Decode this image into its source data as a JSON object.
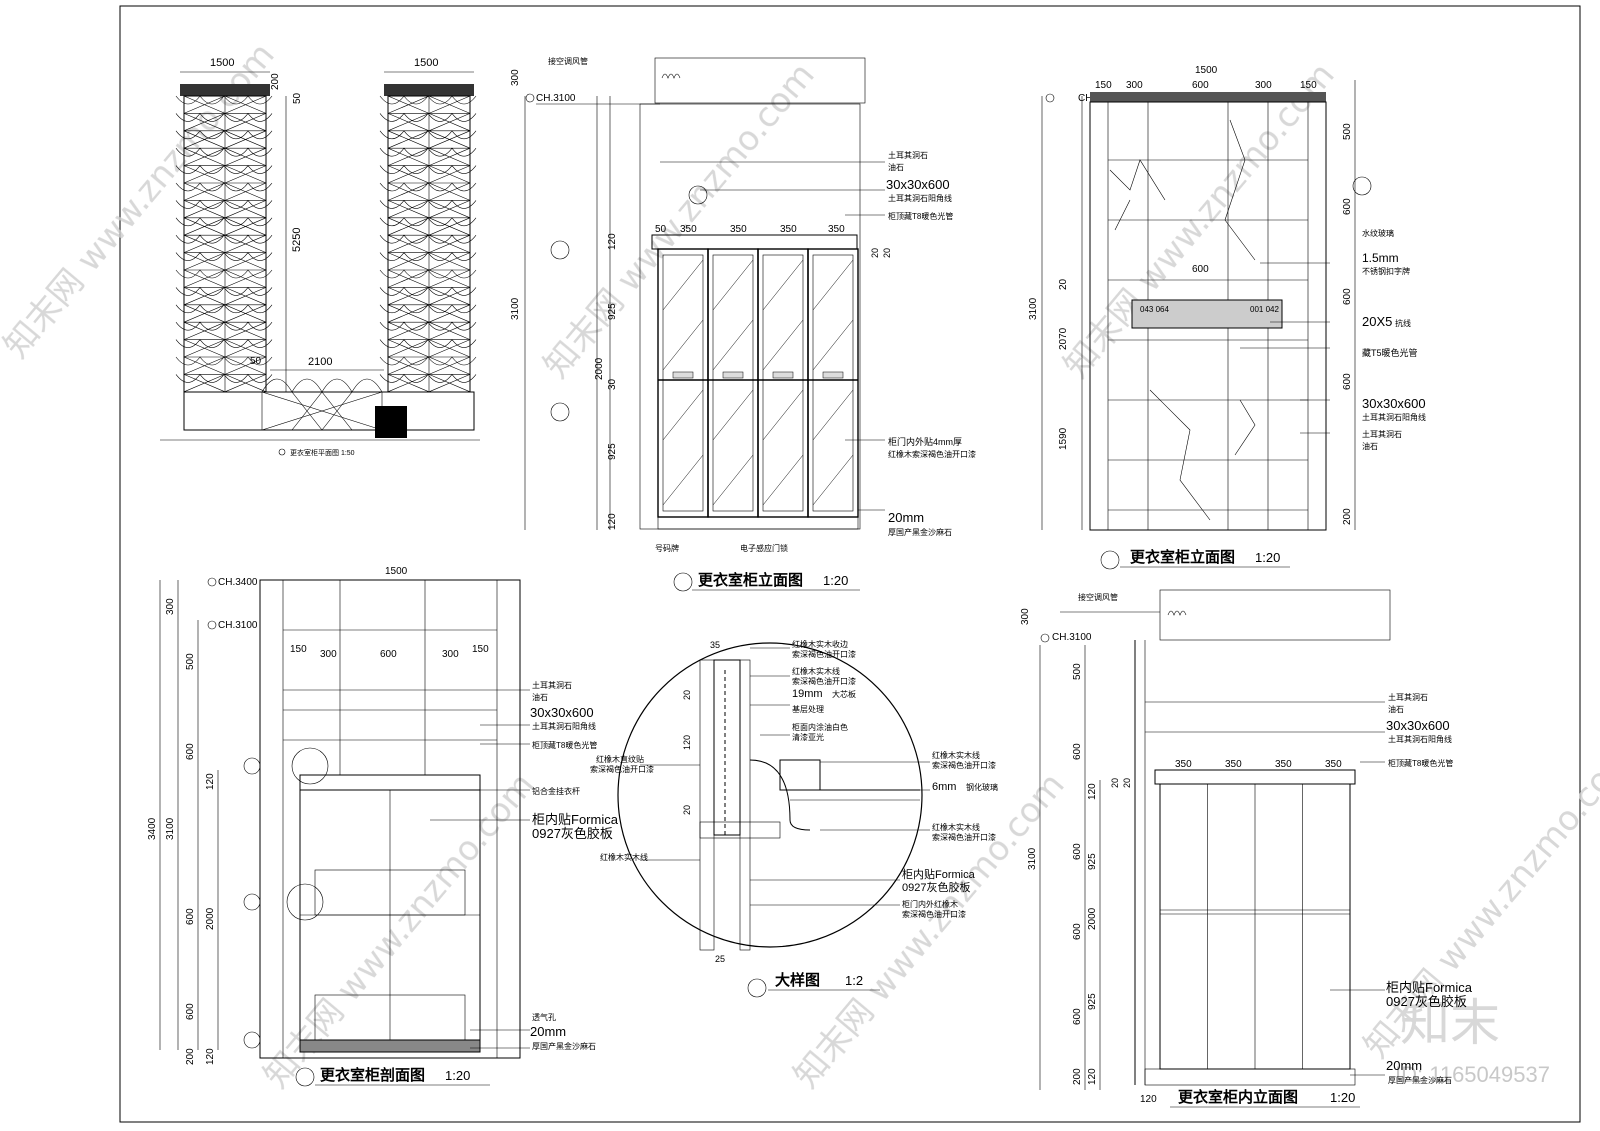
{
  "titles": {
    "elev_a": "更衣室柜立面图",
    "elev_a_scale": "1:20",
    "elev_b": "更衣室柜立面图",
    "elev_b_scale": "1:20",
    "section": "更衣室柜剖面图",
    "section_scale": "1:20",
    "detail": "大样图",
    "detail_scale": "1:2",
    "inner_elev": "更衣室柜内立面图",
    "inner_elev_scale": "1:20",
    "plan_note": "更衣室柜平面图 1:50"
  },
  "marks": {
    "ch3100": "CH.3100",
    "ch3400": "CH.3400"
  },
  "dims": {
    "d1500": "1500",
    "d200": "200",
    "d50": "50",
    "d5250": "5250",
    "d2100": "2100",
    "d300": "300",
    "d3100": "3100",
    "d925": "925",
    "d2000": "2000",
    "d30": "30",
    "d120": "120",
    "d350": "350",
    "d20": "20",
    "d150": "150",
    "d600": "600",
    "d500": "500",
    "d1590": "1590",
    "d2070": "2070",
    "d3400": "3400",
    "d35": "35",
    "d25": "25",
    "d19": "19",
    "d5": "5"
  },
  "notes": {
    "ac_pipe": "接空调风管",
    "turkish_stone": "土耳其洞石",
    "oil_stone": "油石",
    "n30x30": "30x30x600",
    "stone_corner": "土耳其洞石阳角线",
    "t8": "柜顶藏T8暖色光管",
    "door_veneer": "柜门内外贴4mm厚",
    "door_finish": "红橡木索深褐色油开口漆",
    "n20mm": "20mm",
    "n20mm_sub": "厚国产黑金沙麻石",
    "number_plate": "号码牌",
    "e_lock": "电子感应门锁",
    "water_glass": "水纹玻璃",
    "n15mm": "1.5mm",
    "n15mm_sub": "不锈钢扣字牌",
    "n20x5": "20X5",
    "n20x5_sub": "抗线",
    "t5": "藏T5暖色光管",
    "n30x30b": "30x30x600",
    "stone_corner_b": "土耳其洞石阳角线",
    "alu_hang": "铝合金挂衣杆",
    "formica": "柜内贴Formica",
    "formica_sub": "0927灰色胶板",
    "vent": "透气孔",
    "d_oak_edge": "红橡木实木收边",
    "d_finish": "索深褐色油开口漆",
    "d_oak_line": "红橡木实木线",
    "d_19mm": "19mm",
    "d_19mm_sub": "大芯板",
    "d_base": "基层处理",
    "d_inner": "柜面内涂油白色",
    "d_inner_sub": "清漆亚光",
    "d_veneer": "红橡木直纹贴",
    "d_6mm": "6mm",
    "d_6mm_sub": "钢化玻璃",
    "d_formica": "柜内贴Formica",
    "d_formica_sub": "0927灰色胶板",
    "d_door": "柜门内外红橡木",
    "d_door_sub": "索深褐色油开口漆",
    "plate_l": "043 064",
    "plate_r": "001 042"
  },
  "watermark": {
    "brand": "知末网 www.znzmo.com",
    "logo": "知末",
    "id": "ID: 1165049537"
  }
}
